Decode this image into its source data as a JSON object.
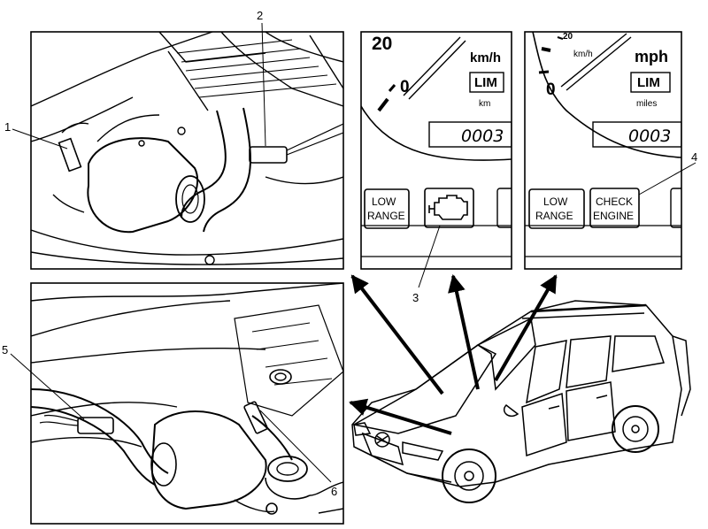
{
  "callouts": {
    "c1": "1",
    "c2": "2",
    "c3": "3",
    "c4": "4",
    "c5": "5",
    "c6": "6"
  },
  "cluster_metric": {
    "speed_tick": "20",
    "zero_tick": "0",
    "unit": "km/h",
    "lim_label": "LIM",
    "odo_unit": "km",
    "odometer": "0003",
    "low_range_line1": "LOW",
    "low_range_line2": "RANGE",
    "warning_icon": "engine-check-icon"
  },
  "cluster_imperial": {
    "speed_tick": "20",
    "small_unit": "km/h",
    "zero_tick": "0",
    "unit": "mph",
    "lim_label": "LIM",
    "odo_unit": "miles",
    "odometer": "0003",
    "low_range_line1": "LOW",
    "low_range_line2": "RANGE",
    "check_line1": "CHECK",
    "check_line2": "ENGINE"
  },
  "colors": {
    "ink": "#000000",
    "paper": "#ffffff"
  }
}
